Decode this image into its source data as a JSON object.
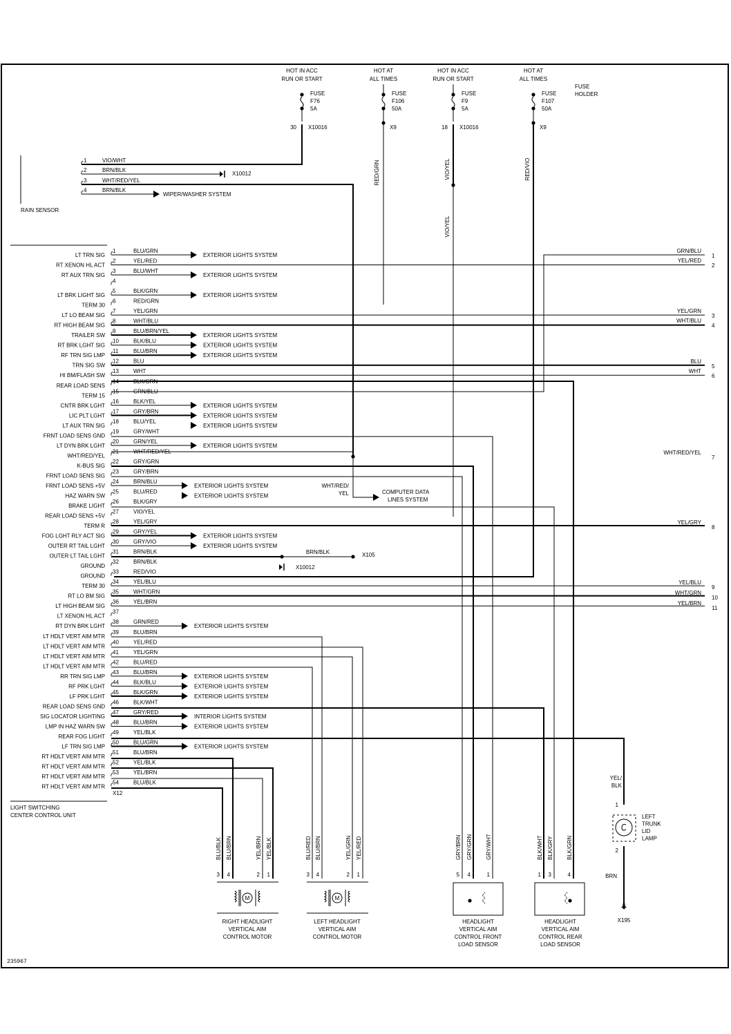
{
  "drawing_id": "235967",
  "power_feeds": [
    {
      "status_lines": [
        "HOT IN ACC",
        "RUN OR START"
      ],
      "fuse_label": "FUSE",
      "fuse_id": "F76",
      "rating": "5A",
      "pin": "30",
      "connector": "X10016",
      "wire_color": "VIO/WHT"
    },
    {
      "status_lines": [
        "HOT AT",
        "ALL TIMES"
      ],
      "fuse_label": "FUSE",
      "fuse_id": "F106",
      "rating": "50A",
      "pin": "",
      "connector": "X9",
      "wire_color": "RED/GRN"
    },
    {
      "status_lines": [
        "HOT IN ACC",
        "RUN OR START"
      ],
      "fuse_label": "FUSE",
      "fuse_id": "F9",
      "rating": "5A",
      "pin": "18",
      "connector": "X10016",
      "wire_color": "VIO/YEL",
      "wire_color_lower": "VIO/YEL"
    },
    {
      "status_lines": [
        "HOT AT",
        "ALL TIMES"
      ],
      "fuse_label": "FUSE",
      "fuse_id": "F107",
      "rating": "50A",
      "pin": "",
      "connector": "X9",
      "wire_color": "RED/VIO"
    }
  ],
  "fuse_holder_label": [
    "FUSE",
    "HOLDER"
  ],
  "rain_sensor": {
    "name": "RAIN SENSOR",
    "pins": [
      {
        "pin": "1",
        "color": "VIO/WHT",
        "dest": ""
      },
      {
        "pin": "2",
        "color": "BRN/BLK",
        "dest": "X10012"
      },
      {
        "pin": "3",
        "color": "WHT/RED/YEL",
        "dest": ""
      },
      {
        "pin": "4",
        "color": "BRN/BLK",
        "dest": "WIPER/WASHER SYSTEM"
      }
    ]
  },
  "control_unit": {
    "name_lines": [
      "LIGHT SWITCHING",
      "CENTER CONTROL UNIT"
    ],
    "connector": "X12",
    "pins": [
      {
        "pin": "1",
        "func": "LT TRN SIG",
        "color": "BLU/GRN",
        "dest": "EXTERIOR LIGHTS SYSTEM"
      },
      {
        "pin": "2",
        "func": "RT XENON HL ACT",
        "color": "YEL/RED",
        "dest": ""
      },
      {
        "pin": "3",
        "func": "RT AUX TRN SIG",
        "color": "BLU/WHT",
        "dest": "EXTERIOR LIGHTS SYSTEM"
      },
      {
        "pin": "4",
        "func": "",
        "color": "",
        "dest": ""
      },
      {
        "pin": "5",
        "func": "LT BRK LIGHT SIG",
        "color": "BLK/GRN",
        "dest": "EXTERIOR LIGHTS SYSTEM"
      },
      {
        "pin": "6",
        "func": "TERM 30",
        "color": "RED/GRN",
        "dest": ""
      },
      {
        "pin": "7",
        "func": "LT LO BEAM SIG",
        "color": "YEL/GRN",
        "dest": ""
      },
      {
        "pin": "8",
        "func": "RT HIGH BEAM SIG",
        "color": "WHT/BLU",
        "dest": ""
      },
      {
        "pin": "9",
        "func": "TRAILER SW",
        "color": "BLU/BRN/YEL",
        "dest": "EXTERIOR LIGHTS SYSTEM"
      },
      {
        "pin": "10",
        "func": "RT BRK LGHT SIG",
        "color": "BLK/BLU",
        "dest": "EXTERIOR LIGHTS SYSTEM"
      },
      {
        "pin": "11",
        "func": "RF TRN SIG LMP",
        "color": "BLU/BRN",
        "dest": "EXTERIOR LIGHTS SYSTEM"
      },
      {
        "pin": "12",
        "func": "TRN SIG SW",
        "color": "BLU",
        "dest": ""
      },
      {
        "pin": "13",
        "func": "HI BM/FLASH SW",
        "color": "WHT",
        "dest": ""
      },
      {
        "pin": "14",
        "func": "REAR LOAD SENS",
        "color": "BLK/GRN",
        "dest": ""
      },
      {
        "pin": "15",
        "func": "TERM 15",
        "color": "GRN/BLU",
        "dest": ""
      },
      {
        "pin": "16",
        "func": "CNTR BRK LGHT",
        "color": "BLK/YEL",
        "dest": "EXTERIOR LIGHTS SYSTEM"
      },
      {
        "pin": "17",
        "func": "LIC PLT LGHT",
        "color": "GRY/BRN",
        "dest": "EXTERIOR LIGHTS SYSTEM"
      },
      {
        "pin": "18",
        "func": "LT AUX TRN SIG",
        "color": "BLU/YEL",
        "dest": "EXTERIOR LIGHTS SYSTEM"
      },
      {
        "pin": "19",
        "func": "FRNT LOAD SENS GND",
        "color": "GRY/WHT",
        "dest": ""
      },
      {
        "pin": "20",
        "func": "LT DYN BRK LGHT",
        "color": "GRN/YEL",
        "dest": "EXTERIOR LIGHTS SYSTEM"
      },
      {
        "pin": "21",
        "func": "WHT/RED/YEL",
        "color": "WHT/RED/YEL",
        "dest": ""
      },
      {
        "pin": "22",
        "func": "K-BUS SIG",
        "color": "GRY/GRN",
        "dest": ""
      },
      {
        "pin": "23",
        "func": "FRNT LOAD SENS SIG",
        "color": "GRY/BRN",
        "dest": ""
      },
      {
        "pin": "24",
        "func": "FRNT LOAD SENS +5V",
        "color": "BRN/BLU",
        "dest": "EXTERIOR LIGHTS SYSTEM"
      },
      {
        "pin": "25",
        "func": "HAZ WARN SW",
        "color": "BLU/RED",
        "dest": "EXTERIOR LIGHTS SYSTEM"
      },
      {
        "pin": "26",
        "func": "BRAKE LIGHT",
        "color": "BLK/GRY",
        "dest": ""
      },
      {
        "pin": "27",
        "func": "REAR LOAD SENS +5V",
        "color": "VIO/YEL",
        "dest": ""
      },
      {
        "pin": "28",
        "func": "TERM R",
        "color": "YEL/GRY",
        "dest": ""
      },
      {
        "pin": "29",
        "func": "FOG LGHT RLY ACT SIG",
        "color": "GRY/YEL",
        "dest": "EXTERIOR LIGHTS SYSTEM"
      },
      {
        "pin": "30",
        "func": "OUTER RT TAIL LGHT",
        "color": "GRY/VIO",
        "dest": "EXTERIOR LIGHTS SYSTEM"
      },
      {
        "pin": "31",
        "func": "OUTER LT TAIL LGHT",
        "color": "BRN/BLK",
        "dest": ""
      },
      {
        "pin": "32",
        "func": "GROUND",
        "color": "BRN/BLK",
        "dest": ""
      },
      {
        "pin": "33",
        "func": "GROUND",
        "color": "RED/VIO",
        "dest": ""
      },
      {
        "pin": "34",
        "func": "TERM 30",
        "color": "YEL/BLU",
        "dest": ""
      },
      {
        "pin": "35",
        "func": "RT LO BM SIG",
        "color": "WHT/GRN",
        "dest": ""
      },
      {
        "pin": "36",
        "func": "LT HIGH BEAM SIG",
        "color": "YEL/BRN",
        "dest": ""
      },
      {
        "pin": "37",
        "func": "LT XENON HL ACT",
        "color": "",
        "dest": ""
      },
      {
        "pin": "38",
        "func": "RT DYN BRK LGHT",
        "color": "GRN/RED",
        "dest": "EXTERIOR LIGHTS SYSTEM"
      },
      {
        "pin": "39",
        "func": "LT HDLT VERT AIM MTR",
        "color": "BLU/BRN",
        "dest": ""
      },
      {
        "pin": "40",
        "func": "LT HDLT VERT AIM MTR",
        "color": "YEL/RED",
        "dest": ""
      },
      {
        "pin": "41",
        "func": "LT HDLT VERT AIM MTR",
        "color": "YEL/GRN",
        "dest": ""
      },
      {
        "pin": "42",
        "func": "LT HDLT VERT AIM MTR",
        "color": "BLU/RED",
        "dest": ""
      },
      {
        "pin": "43",
        "func": "RR TRN SIG LMP",
        "color": "BLU/BRN",
        "dest": "EXTERIOR LIGHTS SYSTEM"
      },
      {
        "pin": "44",
        "func": "RF PRK LGHT",
        "color": "BLK/BLU",
        "dest": "EXTERIOR LIGHTS SYSTEM"
      },
      {
        "pin": "45",
        "func": "LF PRK LGHT",
        "color": "BLK/GRN",
        "dest": "EXTERIOR LIGHTS SYSTEM"
      },
      {
        "pin": "46",
        "func": "REAR LOAD SENS GND",
        "color": "BLK/WHT",
        "dest": ""
      },
      {
        "pin": "47",
        "func": "SIG LOCATOR LIGHTING",
        "color": "GRY/RED",
        "dest": "INTERIOR LIGHTS SYSTEM"
      },
      {
        "pin": "48",
        "func": "LMP IN HAZ WARN SW",
        "color": "BLU/BRN",
        "dest": "EXTERIOR LIGHTS SYSTEM"
      },
      {
        "pin": "49",
        "func": "REAR FOG LIGHT",
        "color": "YEL/BLK",
        "dest": ""
      },
      {
        "pin": "50",
        "func": "LF TRN SIG LMP",
        "color": "BLU/GRN",
        "dest": "EXTERIOR LIGHTS SYSTEM"
      },
      {
        "pin": "51",
        "func": "RT HDLT VERT AIM MTR",
        "color": "BLU/BRN",
        "dest": ""
      },
      {
        "pin": "52",
        "func": "RT HDLT VERT AIM MTR",
        "color": "YEL/BLK",
        "dest": ""
      },
      {
        "pin": "53",
        "func": "RT HDLT VERT AIM MTR",
        "color": "YEL/BRN",
        "dest": ""
      },
      {
        "pin": "54",
        "func": "RT HDLT VERT AIM MTR",
        "color": "BLU/BLK",
        "dest": ""
      }
    ]
  },
  "right_connector_pins": [
    {
      "pin": "1",
      "color": "GRN/BLU"
    },
    {
      "pin": "2",
      "color": "YEL/RED"
    },
    {
      "pin": "3",
      "color": "YEL/GRN"
    },
    {
      "pin": "4",
      "color": "WHT/BLU"
    },
    {
      "pin": "5",
      "color": "BLU"
    },
    {
      "pin": "6",
      "color": "WHT"
    },
    {
      "pin": "7",
      "color": "WHT/RED/YEL"
    },
    {
      "pin": "8",
      "color": "YEL/GRY"
    },
    {
      "pin": "9",
      "color": "YEL/BLU"
    },
    {
      "pin": "10",
      "color": "WHT/GRN"
    },
    {
      "pin": "11",
      "color": "YEL/BRN"
    }
  ],
  "splice": {
    "color": "WHT/RED/YEL",
    "color_lines": [
      "WHT/RED/",
      "YEL"
    ],
    "dest_lines": [
      "COMPUTER DATA",
      "LINES SYSTEM"
    ]
  },
  "ground_splice": {
    "color": "BRN/BLK",
    "ground_a": "X105",
    "ground_b": "X10012"
  },
  "components": [
    {
      "name_lines": [
        "RIGHT HEADLIGHT",
        "VERTICAL AIM",
        "CONTROL MOTOR"
      ],
      "wires": [
        {
          "pin": "3",
          "color": "BLU/BLK"
        },
        {
          "pin": "4",
          "color": "BLU/BRN"
        },
        {
          "pin": "2",
          "color": "YEL/BRN"
        },
        {
          "pin": "1",
          "color": "YEL/BLK"
        }
      ]
    },
    {
      "name_lines": [
        "LEFT HEADLIGHT",
        "VERTICAL AIM",
        "CONTROL MOTOR"
      ],
      "wires": [
        {
          "pin": "3",
          "color": "BLU/RED"
        },
        {
          "pin": "4",
          "color": "BLU/BRN"
        },
        {
          "pin": "2",
          "color": "YEL/GRN"
        },
        {
          "pin": "1",
          "color": "YEL/RED"
        }
      ]
    },
    {
      "name_lines": [
        "HEADLIGHT",
        "VERTICAL AIM",
        "CONTROL FRONT",
        "LOAD SENSOR"
      ],
      "wires": [
        {
          "pin": "5",
          "color": "GRY/BRN"
        },
        {
          "pin": "4",
          "color": "GRY/GRN"
        },
        {
          "pin": "1",
          "color": "GRY/WHT"
        }
      ]
    },
    {
      "name_lines": [
        "HEADLIGHT",
        "VERTICAL AIM",
        "CONTROL REAR",
        "LOAD SENSOR"
      ],
      "wires": [
        {
          "pin": "1",
          "color": "BLK/WHT"
        },
        {
          "pin": "3",
          "color": "BLK/GRY"
        },
        {
          "pin": "4",
          "color": "BLK/GRN"
        }
      ]
    }
  ],
  "trunk_lamp": {
    "name_lines": [
      "LEFT",
      "TRUNK",
      "LID",
      "LAMP"
    ],
    "in_color_lines": [
      "YEL/",
      "BLK"
    ],
    "pin_in": "1",
    "pin_out": "2",
    "out_color": "BRN",
    "ground": "X195"
  }
}
